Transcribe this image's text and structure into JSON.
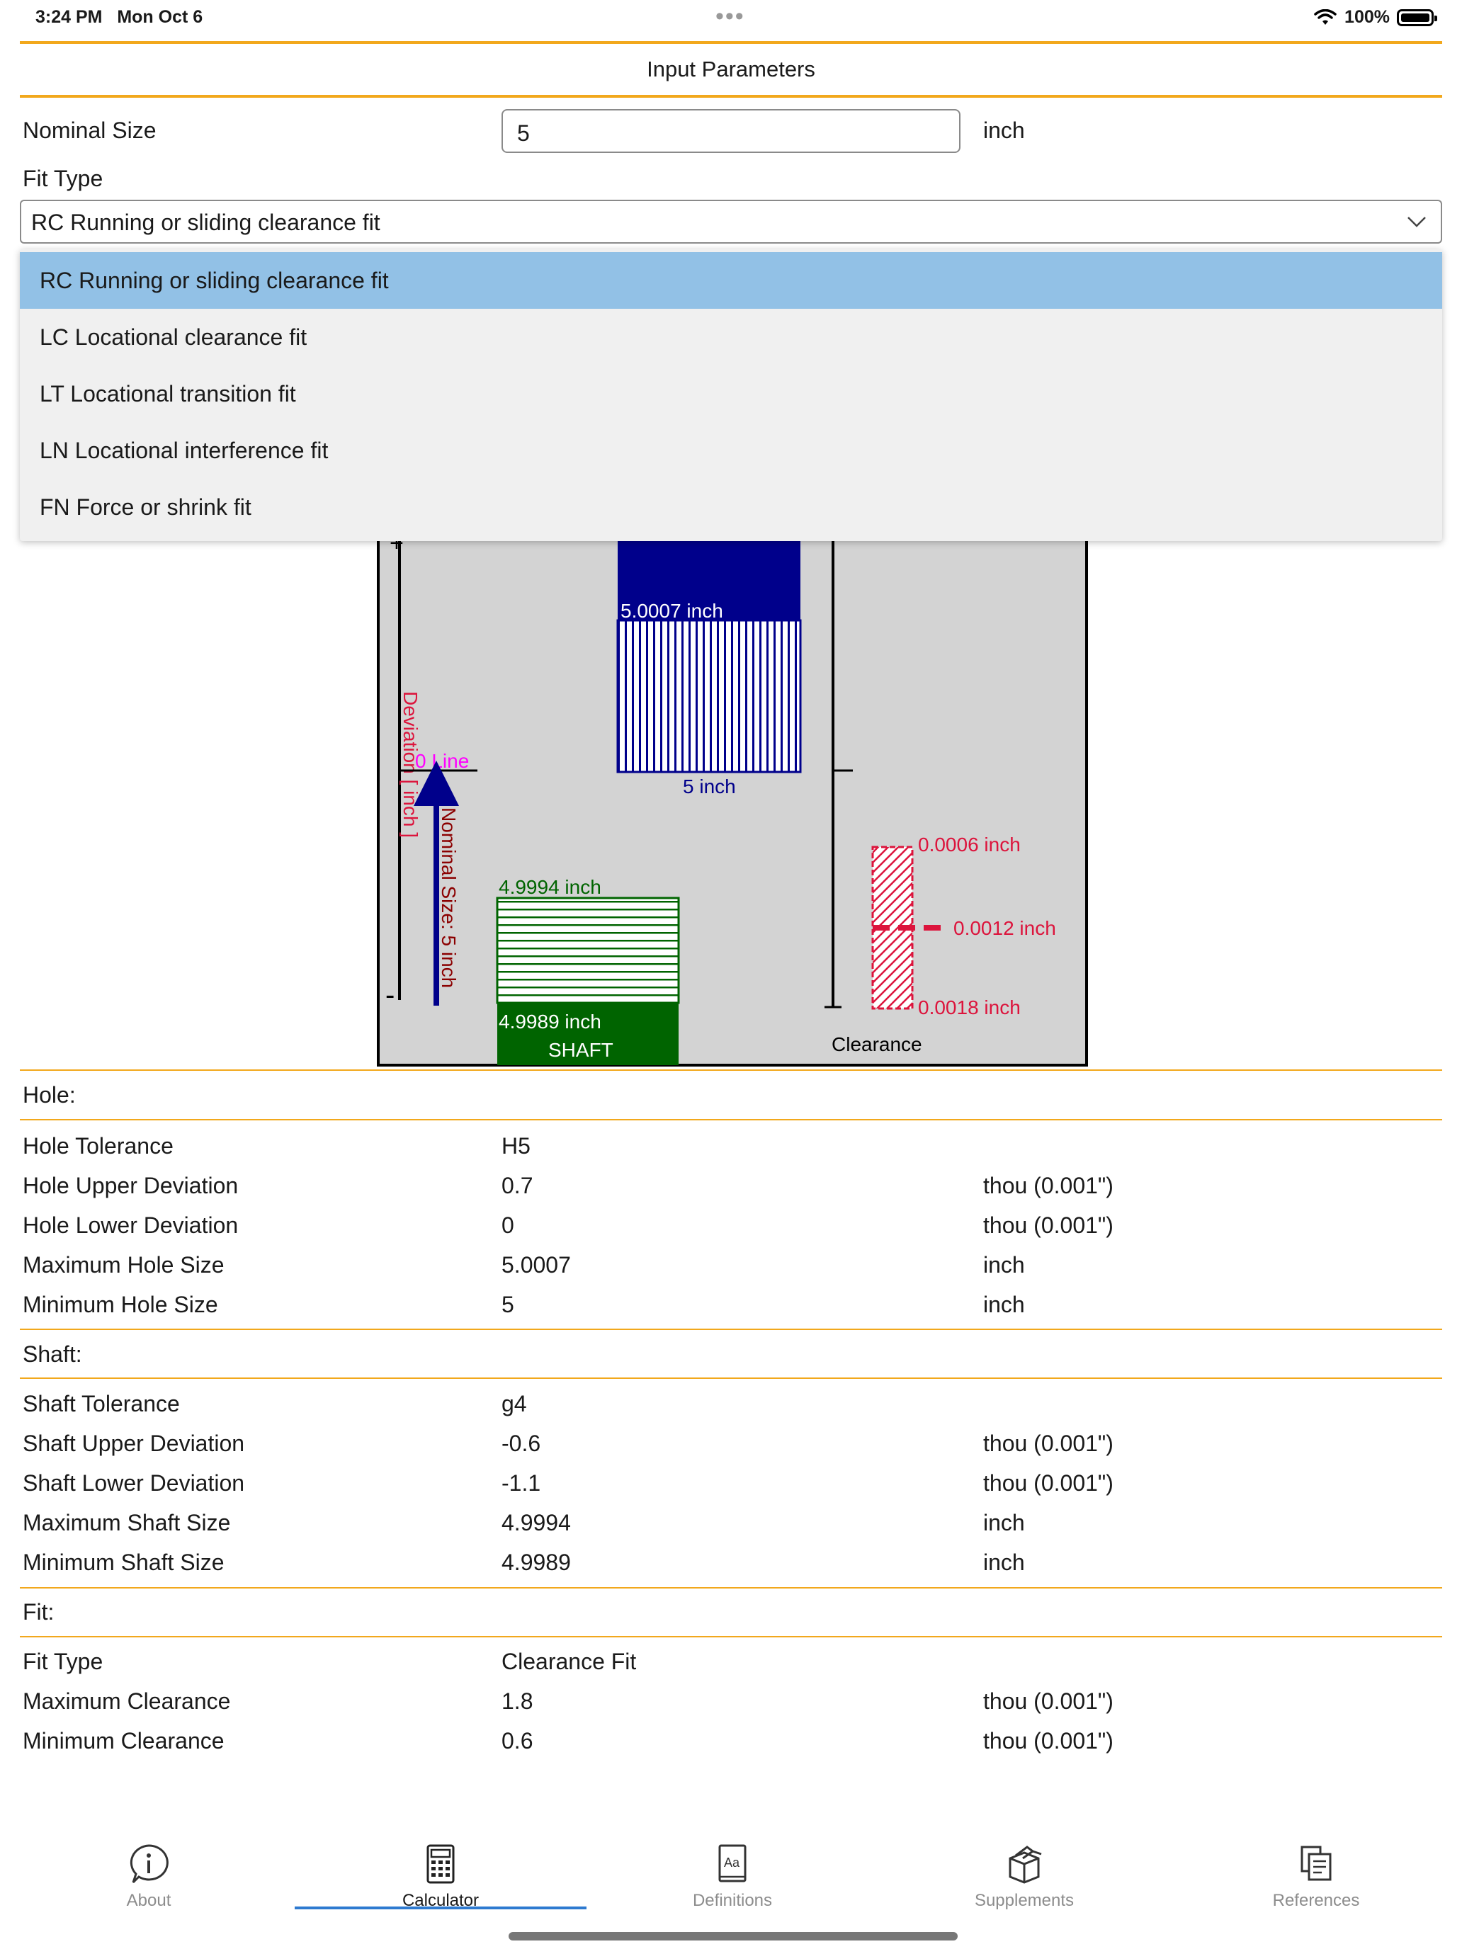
{
  "status": {
    "time": "3:24 PM",
    "date": "Mon Oct 6",
    "battery": "100%"
  },
  "input_section": {
    "title": "Input Parameters",
    "nominal_size_label": "Nominal Size",
    "nominal_size_value": "5",
    "nominal_size_unit": "inch",
    "fit_type_label": "Fit Type",
    "fit_type_selected": "RC Running or sliding clearance fit"
  },
  "dropdown": {
    "options": [
      "RC Running or sliding clearance fit",
      "LC Locational clearance fit",
      "LT Locational transition fit",
      "LN Locational interference fit",
      "FN Force or shrink fit"
    ],
    "selected_index": 0
  },
  "diagram": {
    "plus_sign": "+",
    "minus_sign": "-",
    "hole_max_label": "5.0007 inch",
    "hole_min_label": "5 inch",
    "zero_line_label": "0 Line",
    "deviation_axis_label": "Deviation [ inch ]",
    "nominal_size_arrow_label": "Nominal Size: 5 inch",
    "shaft_max_label": "4.9994 inch",
    "shaft_min_label": "4.9989 inch",
    "shaft_label": "SHAFT",
    "clearance_min_label": "0.0006 inch",
    "clearance_mid_label": "0.0012 inch",
    "clearance_max_label": "0.0018 inch",
    "clearance_label": "Clearance",
    "colors": {
      "hole": "#00008b",
      "shaft": "#006400",
      "clearance": "#dc143c",
      "zero_line": "#ff00ff",
      "background": "#d3d3d3"
    }
  },
  "hole_section": {
    "title": "Hole:",
    "rows": [
      {
        "label": "Hole Tolerance",
        "value": "H5",
        "unit": ""
      },
      {
        "label": "Hole Upper Deviation",
        "value": "0.7",
        "unit": "thou (0.001\")"
      },
      {
        "label": "Hole Lower Deviation",
        "value": "0",
        "unit": "thou (0.001\")"
      },
      {
        "label": "Maximum Hole Size",
        "value": "5.0007",
        "unit": "inch"
      },
      {
        "label": "Minimum Hole Size",
        "value": "5",
        "unit": "inch"
      }
    ]
  },
  "shaft_section": {
    "title": "Shaft:",
    "rows": [
      {
        "label": "Shaft Tolerance",
        "value": "g4",
        "unit": ""
      },
      {
        "label": "Shaft Upper Deviation",
        "value": "-0.6",
        "unit": "thou (0.001\")"
      },
      {
        "label": "Shaft Lower Deviation",
        "value": "-1.1",
        "unit": "thou (0.001\")"
      },
      {
        "label": "Maximum Shaft Size",
        "value": "4.9994",
        "unit": "inch"
      },
      {
        "label": "Minimum Shaft Size",
        "value": "4.9989",
        "unit": "inch"
      }
    ]
  },
  "fit_section": {
    "title": "Fit:",
    "rows": [
      {
        "label": "Fit Type",
        "value": "Clearance Fit",
        "unit": ""
      },
      {
        "label": "Maximum Clearance",
        "value": "1.8",
        "unit": "thou (0.001\")"
      },
      {
        "label": "Minimum Clearance",
        "value": "0.6",
        "unit": "thou (0.001\")"
      }
    ]
  },
  "tabs": [
    {
      "label": "About",
      "icon": "info-icon"
    },
    {
      "label": "Calculator",
      "icon": "calculator-icon"
    },
    {
      "label": "Definitions",
      "icon": "dictionary-icon"
    },
    {
      "label": "Supplements",
      "icon": "box-icon"
    },
    {
      "label": "References",
      "icon": "documents-icon"
    }
  ],
  "active_tab": 1
}
